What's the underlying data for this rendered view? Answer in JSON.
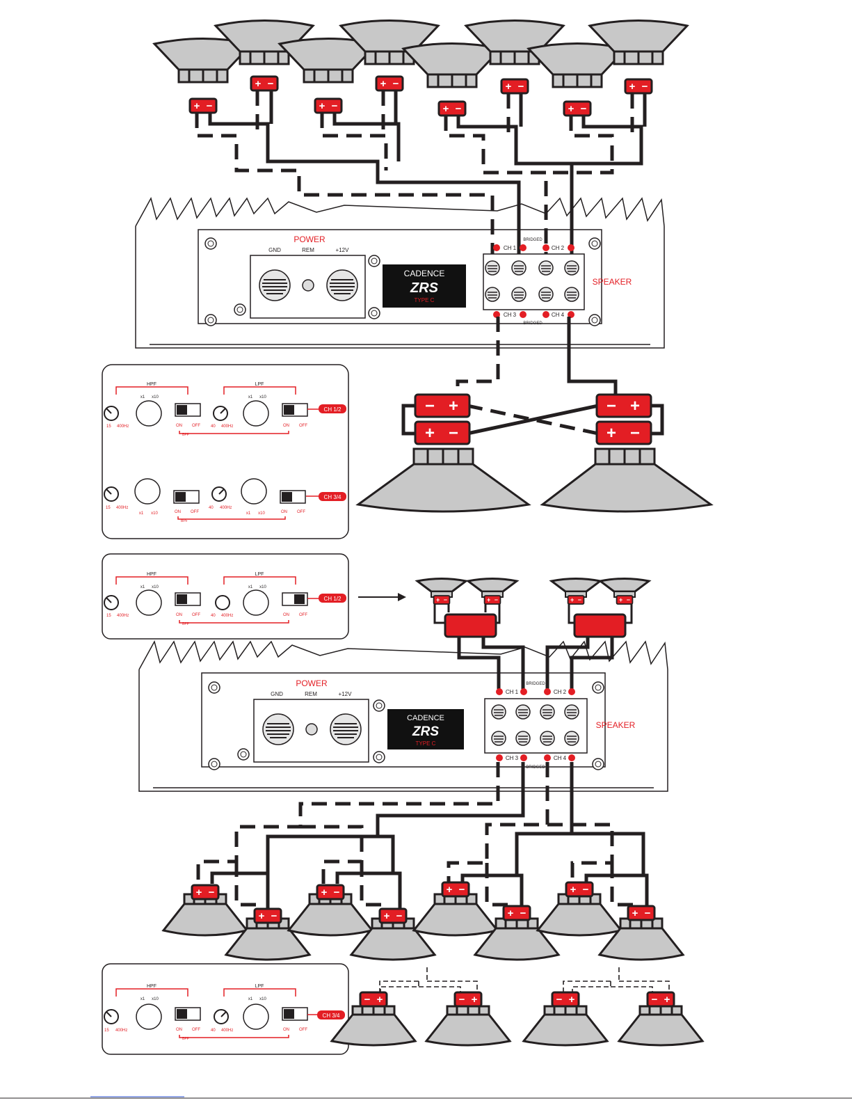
{
  "amp": {
    "power_label": "POWER",
    "gnd": "GND",
    "rem": "REM",
    "v12": "+12V",
    "speaker_label": "SPEAKER",
    "bridged": "BRIDGED",
    "ch1": "CH 1",
    "ch2": "CH 2",
    "ch3": "CH 3",
    "ch4": "CH 4",
    "plus": "+",
    "minus": "−"
  },
  "logo": {
    "brand": "CADENCE",
    "model": "ZRS",
    "type": "TYPE C"
  },
  "panel": {
    "hpf": "HPF",
    "lpf": "LPF",
    "x1": "x1",
    "x10": "x10",
    "hz15": "15",
    "hz400": "400Hz",
    "hz40": "40",
    "on": "ON",
    "off": "OFF",
    "bpf": "BPF",
    "ch12": "CH 1/2",
    "ch34": "CH 3/4"
  },
  "colors": {
    "accent": "#e31e24",
    "ink": "#231f20",
    "speaker": "#c8c8c8"
  }
}
